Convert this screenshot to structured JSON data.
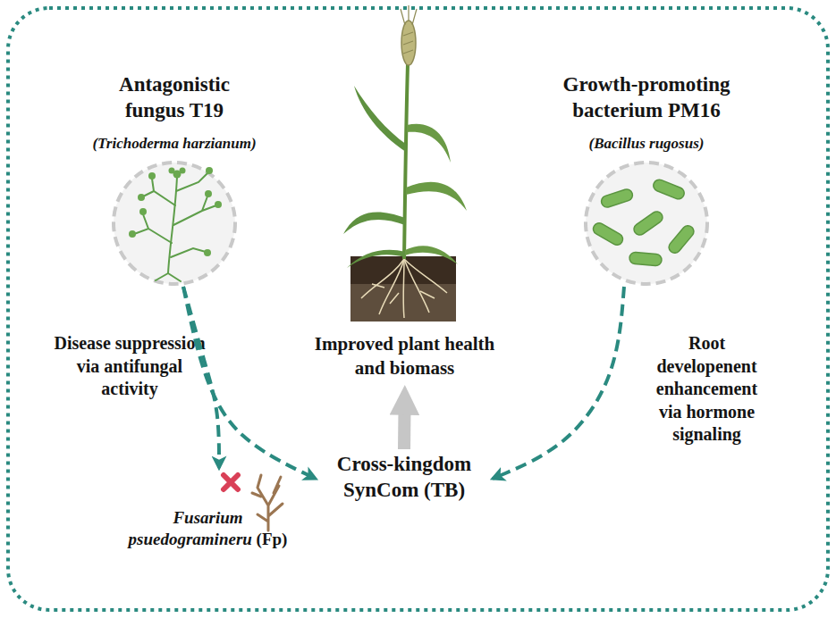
{
  "diagram": {
    "nodes": [
      {
        "text": [
          "Antagonistic fungus T19",
          "(Trichoderma harzianum)"
        ]
      },
      {
        "text": [
          "Growth-promoting bacterium PM16",
          "(Bacillus rugosus)"
        ]
      },
      {
        "text": [
          "Improved plant health and biomass"
        ]
      },
      {
        "text": [
          "Fusarium psuedogramineru",
          "(Fp)"
        ]
      },
      {
        "text": [
          "Cross-kingdom SynCom (TB)"
        ]
      }
    ],
    "edges": [
      {
        "from": 0,
        "to": 4,
        "arrow": "to"
      },
      {
        "from": 0,
        "to": 3,
        "label": "Disease suppression via antifungal activity",
        "arrow": "to"
      },
      {
        "from": 1,
        "to": 4,
        "label": "Root developenent enhancement via hormone signaling",
        "arrow": "to"
      },
      {
        "from": 4,
        "to": 2,
        "arrow": "to"
      }
    ]
  }
}
